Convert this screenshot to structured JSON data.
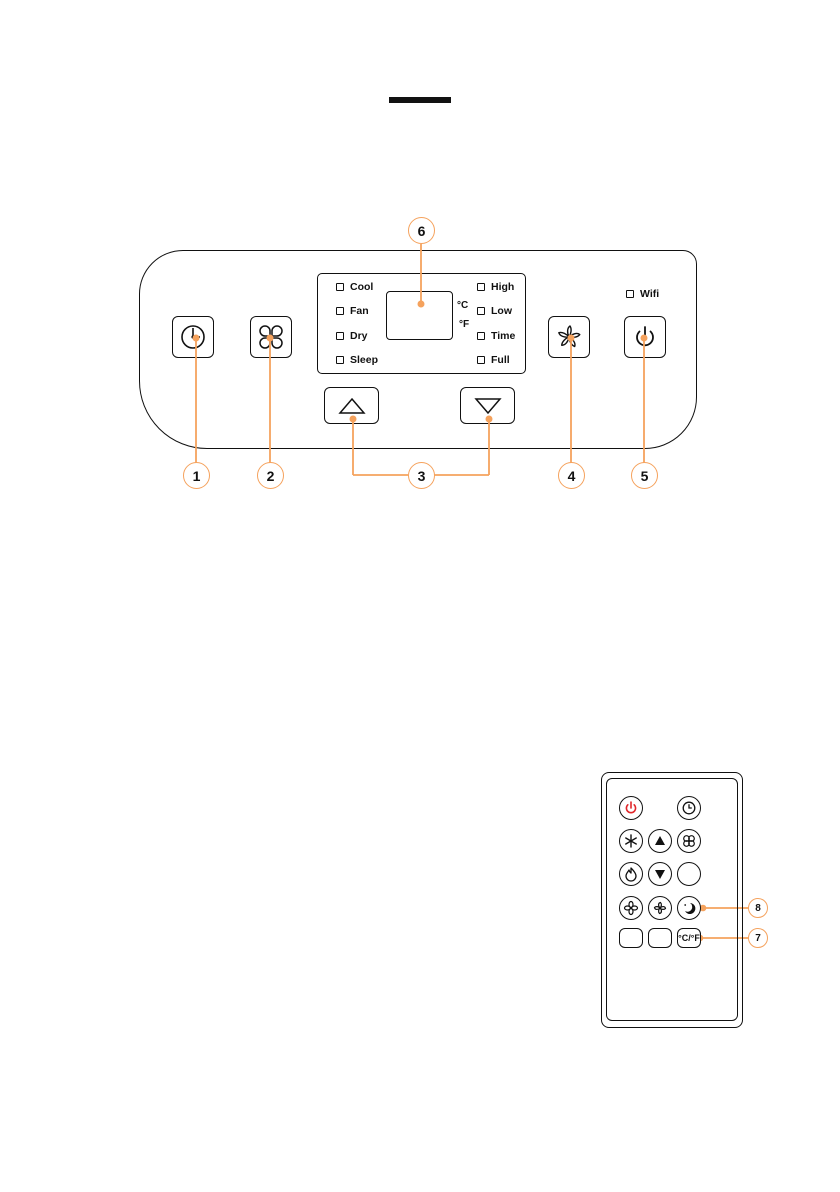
{
  "panel": {
    "indicators_left": [
      "Cool",
      "Fan",
      "Dry",
      "Sleep"
    ],
    "indicators_right": [
      "High",
      "Low",
      "Time",
      "Full"
    ],
    "units": [
      "°C",
      "°F"
    ],
    "wifi_label": "Wifi",
    "buttons": [
      "timer-button",
      "mode-button",
      "up-button",
      "down-button",
      "fan-speed-button",
      "power-button"
    ]
  },
  "callouts": [
    "1",
    "2",
    "3",
    "4",
    "5",
    "6"
  ],
  "remote": {
    "temp_unit_label": "°C/°F",
    "callouts": [
      "8",
      "7"
    ]
  },
  "colors": {
    "accent": "#F5A25D",
    "power_red": "#E0262A",
    "ink": "#111111"
  }
}
